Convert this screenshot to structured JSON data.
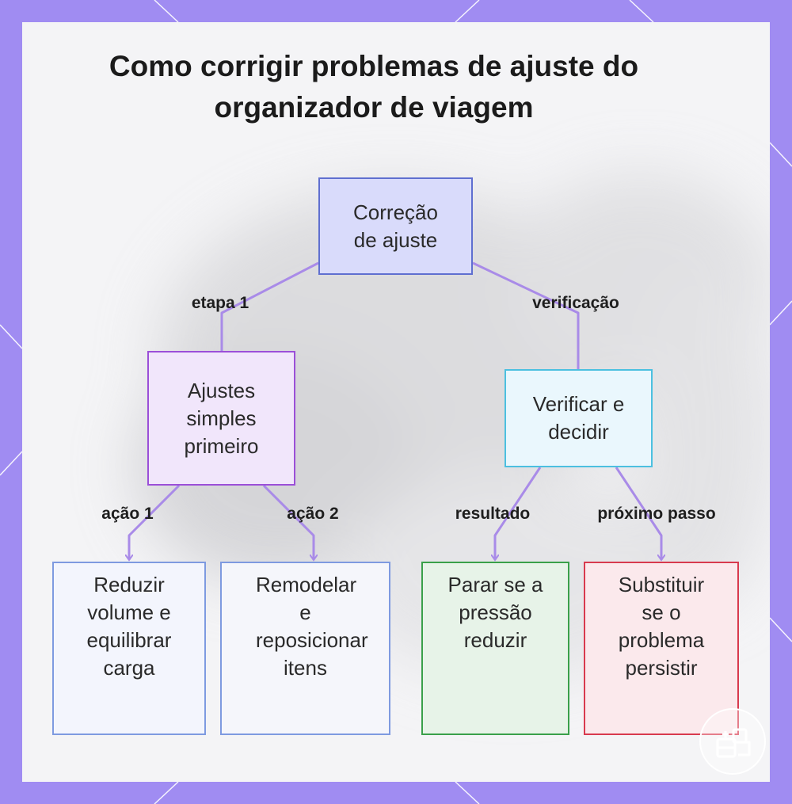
{
  "title": "Como corrigir problemas de ajuste do organizador de viagem",
  "nodes": {
    "root": "Correção de ajuste",
    "simple": "Ajustes simples primeiro",
    "verify": "Verificar e decidir",
    "reduce": "Reduzir volume e equilibrar carga",
    "reshape": "Remodelar e reposicionar itens",
    "stop": "Parar se a pressão reduzir",
    "replace": "Substituir se o problema persistir"
  },
  "edges": {
    "step1": "etapa 1",
    "check": "verificação",
    "action1": "ação 1",
    "action2": "ação 2",
    "result": "resultado",
    "next": "próximo passo"
  },
  "colors": {
    "frame": "#a08cf2",
    "connector": "#a98be8",
    "root_fill": "#d9dbfb",
    "root_border": "#5f6fd0",
    "simple_fill": "#f1e6fb",
    "simple_border": "#9b4fd8",
    "verify_fill": "#eaf7fd",
    "verify_border": "#4cc0e0",
    "reduce_fill": "#f3f5fd",
    "reduce_border": "#7e9ae0",
    "reshape_fill": "#f5f6fb",
    "reshape_border": "#7e9ae0",
    "stop_fill": "#e7f3e8",
    "stop_border": "#3aa04a",
    "replace_fill": "#fbe9ec",
    "replace_border": "#d83a4e"
  },
  "icons": [
    "logo-icon"
  ]
}
